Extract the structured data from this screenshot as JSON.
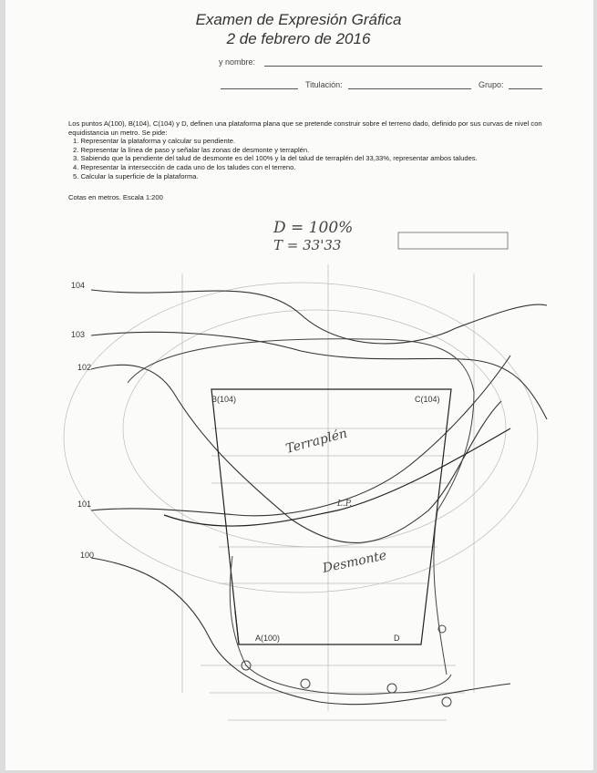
{
  "header": {
    "title": "Examen de Expresión Gráfica",
    "date": "2 de febrero de 2016",
    "name_label": "y nombre:",
    "degree_label": "Titulación:",
    "group_label": "Grupo:"
  },
  "statement": {
    "intro": "Los puntos A(100), B(104), C(104) y D, definen una plataforma plana que se pretende construir sobre el terreno dado, definido por sus curvas de nivel con equidistancia un metro. Se pide:",
    "items": [
      "1. Representar la plataforma y calcular su pendiente.",
      "2. Representar la línea de paso y señalar las zonas de desmonte y terraplén.",
      "3. Sabiendo que la pendiente del talud de desmonte es del 100% y la del talud de terraplén del 33,33%, representar ambos taludes.",
      "4. Representar la intersección de cada uno de los taludes con el terreno.",
      "5. Calcular la superficie de la plataforma."
    ],
    "units": "Cotas en metros. Escala 1:200"
  },
  "handwritten": {
    "desmonte_slope": "D = 100%",
    "terraplen_slope": "T = 33'33",
    "terraplen_zone": "Terraplén",
    "desmonte_zone": "Desmonte",
    "line_label": "L.P."
  },
  "drawing": {
    "contours": [
      "104",
      "103",
      "102",
      "101",
      "100"
    ],
    "points": {
      "A": "A(100)",
      "B": "B(104)",
      "C": "C(104)",
      "D": "D"
    }
  }
}
